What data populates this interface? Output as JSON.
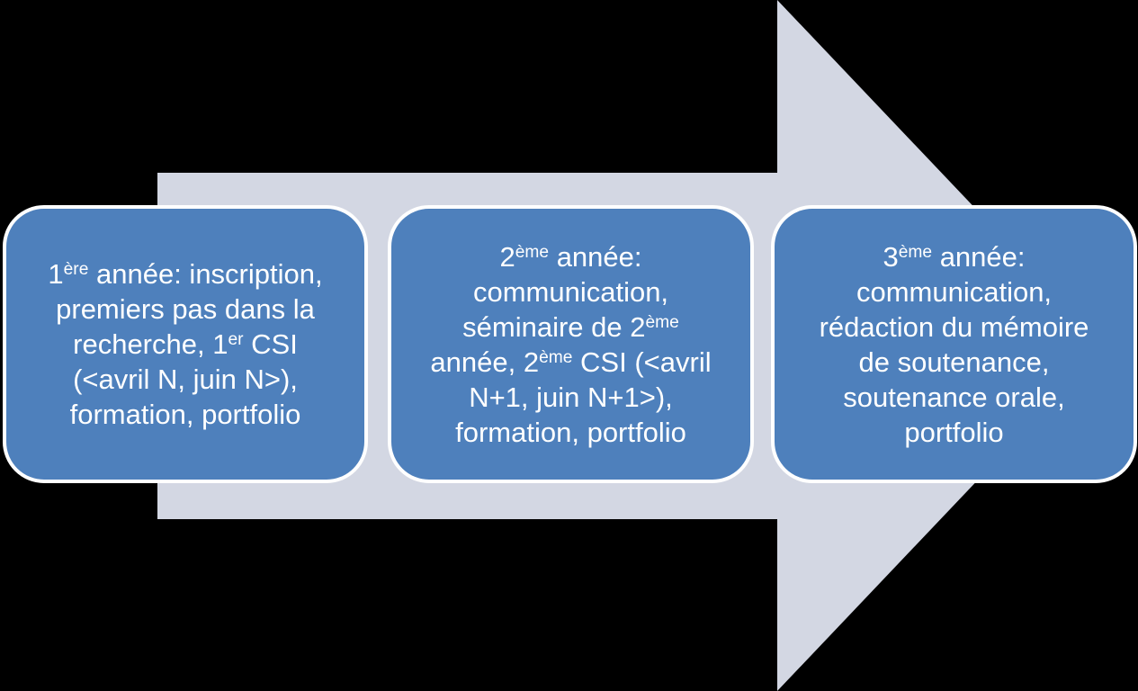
{
  "diagram": {
    "type": "process-arrow",
    "arrow_direction": "right",
    "language": "fr"
  },
  "colors": {
    "background": "#000000",
    "arrow_fill": "#D3D7E3",
    "box_fill": "#4E80BC",
    "box_border": "#FFFFFF",
    "text": "#FFFFFF"
  },
  "boxes": [
    {
      "name": "year-1",
      "lines": [
        [
          {
            "t": "1"
          },
          {
            "t": "ère",
            "sup": true
          },
          {
            "t": " année: inscription,"
          }
        ],
        [
          {
            "t": "premiers pas dans la"
          }
        ],
        [
          {
            "t": "recherche, 1"
          },
          {
            "t": "er",
            "sup": true
          },
          {
            "t": " CSI"
          }
        ],
        [
          {
            "t": "(<avril N, juin N>),"
          }
        ],
        [
          {
            "t": "formation, portfolio"
          }
        ]
      ]
    },
    {
      "name": "year-2",
      "lines": [
        [
          {
            "t": "2"
          },
          {
            "t": "ème",
            "sup": true
          },
          {
            "t": " année:"
          }
        ],
        [
          {
            "t": "communication,"
          }
        ],
        [
          {
            "t": "séminaire de 2"
          },
          {
            "t": "ème",
            "sup": true
          }
        ],
        [
          {
            "t": "année, 2"
          },
          {
            "t": "ème",
            "sup": true
          },
          {
            "t": " CSI (<avril"
          }
        ],
        [
          {
            "t": "N+1, juin N+1>),"
          }
        ],
        [
          {
            "t": "formation, portfolio"
          }
        ]
      ]
    },
    {
      "name": "year-3",
      "lines": [
        [
          {
            "t": "3"
          },
          {
            "t": "ème",
            "sup": true
          },
          {
            "t": " année:"
          }
        ],
        [
          {
            "t": "communication,"
          }
        ],
        [
          {
            "t": "rédaction du mémoire"
          }
        ],
        [
          {
            "t": "de soutenance,"
          }
        ],
        [
          {
            "t": "soutenance orale,"
          }
        ],
        [
          {
            "t": "portfolio"
          }
        ]
      ]
    }
  ]
}
